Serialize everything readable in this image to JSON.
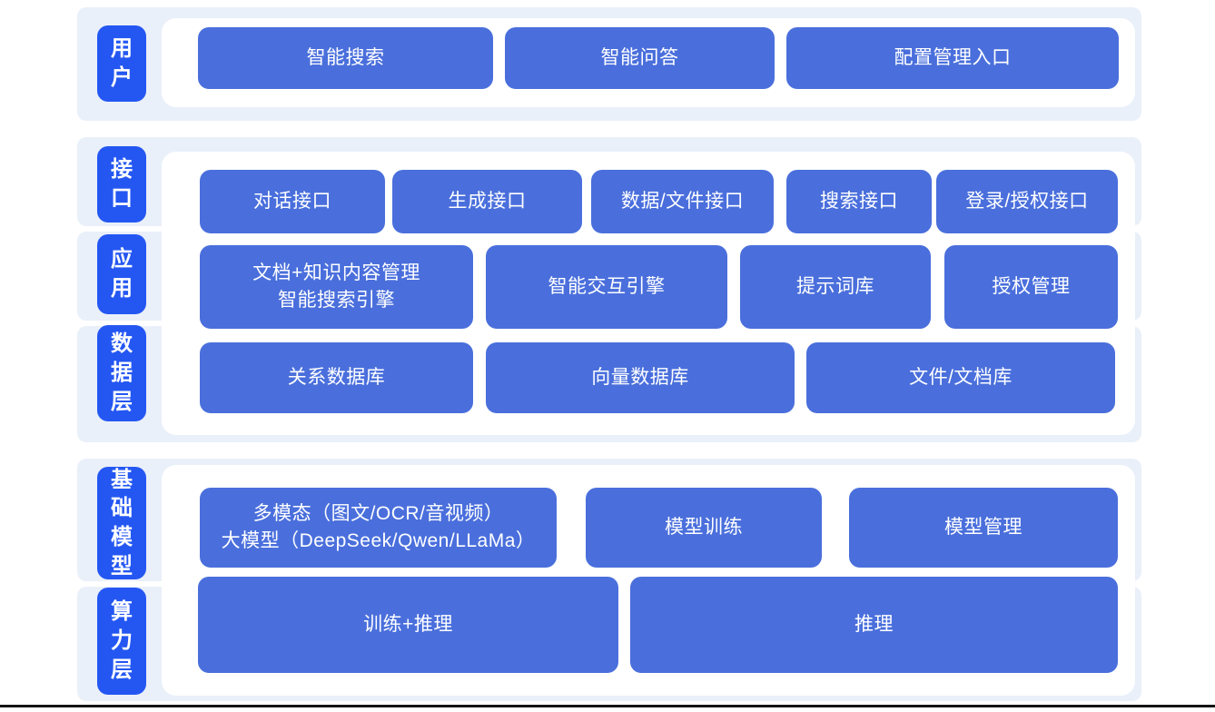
{
  "colors": {
    "tag_blue": "#2457f2",
    "box_blue": "#4a6fdc",
    "row_background": "#eaf0f9",
    "panel_background": "#ffffff",
    "text_on_blue": "#ffffff",
    "bottom_rule": "#141414"
  },
  "layers": {
    "user": {
      "tag": "用户",
      "boxes": [
        {
          "label": "智能搜索"
        },
        {
          "label": "智能问答"
        },
        {
          "label": "配置管理入口"
        }
      ]
    },
    "interface": {
      "tag": "接口",
      "boxes": [
        {
          "label": "对话接口"
        },
        {
          "label": "生成接口"
        },
        {
          "label": "数据/文件接口"
        },
        {
          "label": "搜索接口"
        },
        {
          "label": "登录/授权接口"
        }
      ]
    },
    "application": {
      "tag": "应用",
      "boxes": [
        {
          "lines": [
            "文档+知识内容管理",
            "智能搜索引擎"
          ]
        },
        {
          "label": "智能交互引擎"
        },
        {
          "label": "提示词库"
        },
        {
          "label": "授权管理"
        }
      ]
    },
    "data_layer": {
      "tag": "数据层",
      "boxes": [
        {
          "label": "关系数据库"
        },
        {
          "label": "向量数据库"
        },
        {
          "label": "文件/文档库"
        }
      ]
    },
    "foundation_model": {
      "tag": "基础模型",
      "boxes": [
        {
          "lines": [
            "多模态（图文/OCR/音视频）",
            "大模型（DeepSeek/Qwen/LLaMa）"
          ]
        },
        {
          "label": "模型训练"
        },
        {
          "label": "模型管理"
        }
      ]
    },
    "compute_layer": {
      "tag": "算力层",
      "boxes": [
        {
          "label": "训练+推理"
        },
        {
          "label": "推理"
        }
      ]
    }
  }
}
